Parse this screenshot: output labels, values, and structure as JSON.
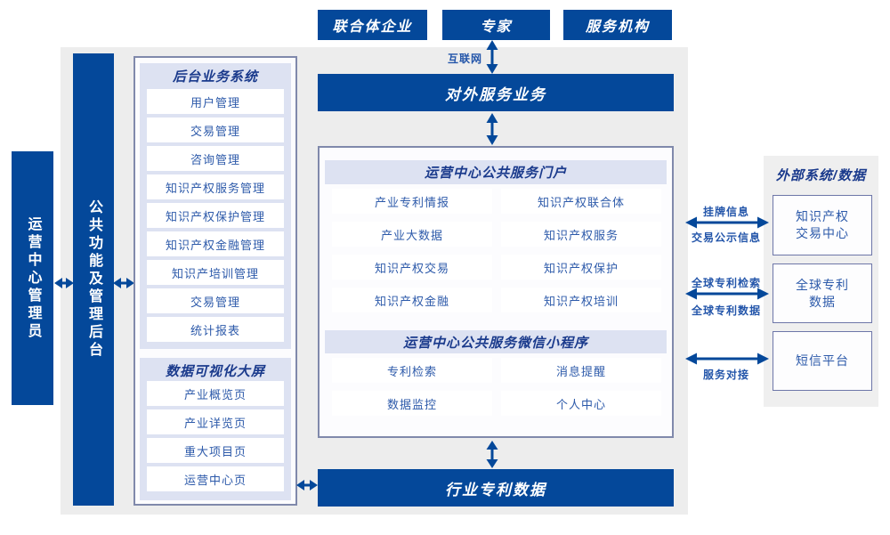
{
  "diagram": {
    "top_actors": [
      "联合体企业",
      "专家",
      "服务机构"
    ],
    "internet_label": "互联网",
    "bars": {
      "external_service": "对外服务业务",
      "industry_patent_data": "行业专利数据",
      "operations_admin": "运营中心管理员",
      "public_functions_backend": "公共功能及管理后台"
    },
    "backend_system": {
      "title": "后台业务系统",
      "items": [
        "用户管理",
        "交易管理",
        "咨询管理",
        "知识产权服务管理",
        "知识产权保护管理",
        "知识产权金融管理",
        "知识产培训管理",
        "交易管理",
        "统计报表"
      ]
    },
    "data_visualization": {
      "title": "数据可视化大屏",
      "items": [
        "产业概览页",
        "产业详览页",
        "重大项目页",
        "运营中心页"
      ]
    },
    "portal": {
      "title": "运营中心公共服务门户",
      "items": [
        "产业专利情报",
        "知识产权联合体",
        "产业大数据",
        "知识产权服务",
        "知识产权交易",
        "知识产权保护",
        "知识产权金融",
        "知识产权培训"
      ]
    },
    "mini_program": {
      "title": "运营中心公共服务微信小程序",
      "items": [
        "专利检索",
        "消息提醒",
        "数据监控",
        "个人中心"
      ]
    },
    "external_systems": {
      "title": "外部系统/数据",
      "items": [
        [
          "知识产权",
          "交易中心"
        ],
        [
          "全球专利",
          "数据"
        ],
        [
          "短信平台"
        ]
      ]
    },
    "connection_labels": {
      "listing_info": "挂牌信息",
      "transaction_publicity": "交易公示信息",
      "global_patent_search": "全球专利检索",
      "global_patent_data": "全球专利数据",
      "service_docking": "服务对接"
    },
    "colors": {
      "primary_blue": "#04489a",
      "panel_gray": "#ededed",
      "right_panel_gray": "#efefef",
      "lavender_header": "#dde2f2",
      "title_navy": "#1a3a8c",
      "item_text_blue": "#2d5aaa",
      "box_border_slate": "#8089ab"
    }
  }
}
